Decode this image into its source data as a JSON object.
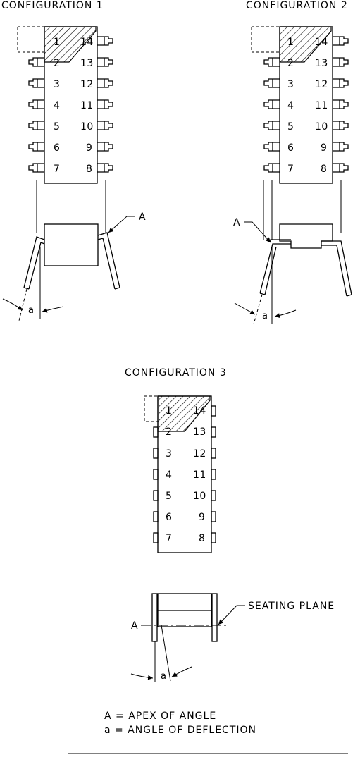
{
  "config1": {
    "title": "CONFIGURATION 1",
    "pins_left": [
      "1",
      "2",
      "3",
      "4",
      "5",
      "6",
      "7"
    ],
    "pins_right": [
      "14",
      "13",
      "12",
      "11",
      "10",
      "9",
      "8"
    ],
    "apex_label": "A",
    "angle_label": "a"
  },
  "config2": {
    "title": "CONFIGURATION 2",
    "pins_left": [
      "1",
      "2",
      "3",
      "4",
      "5",
      "6",
      "7"
    ],
    "pins_right": [
      "14",
      "13",
      "12",
      "11",
      "10",
      "9",
      "8"
    ],
    "apex_label": "A",
    "angle_label": "a"
  },
  "config3": {
    "title": "CONFIGURATION 3",
    "pins_left": [
      "1",
      "2",
      "3",
      "4",
      "5",
      "6",
      "7"
    ],
    "pins_right": [
      "14",
      "13",
      "12",
      "11",
      "10",
      "9",
      "8"
    ],
    "apex_label": "A",
    "angle_label": "a",
    "seating_label": "SEATING PLANE"
  },
  "legend": {
    "line1": "A = APEX OF ANGLE",
    "line2": "a = ANGLE OF DEFLECTION"
  }
}
